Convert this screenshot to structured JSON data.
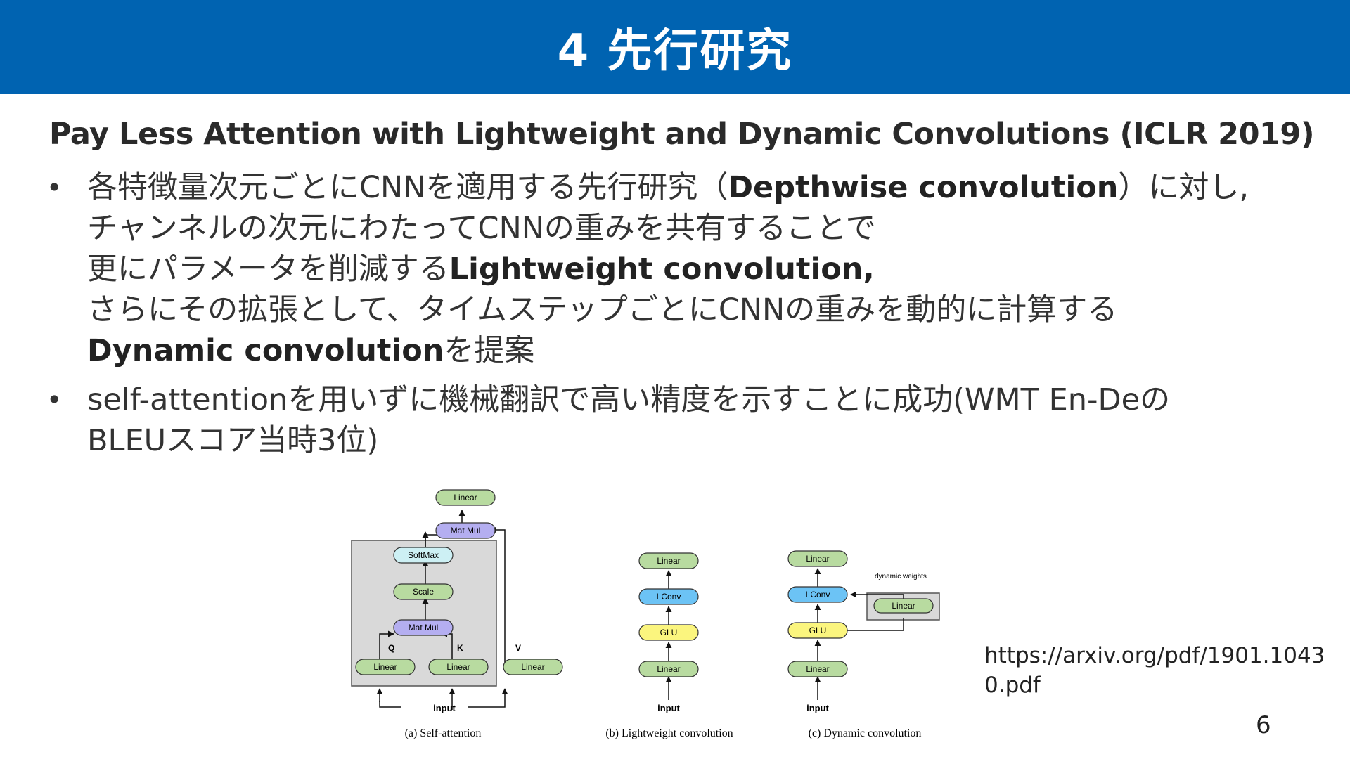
{
  "slide": {
    "title": "4 先行研究",
    "subtitle": "Pay Less Attention with Lightweight and Dynamic Convolutions (ICLR 2019)",
    "bullet1": {
      "l1a": "各特徴量次元ごとにCNNを適用する先行研究（",
      "l1b": "Depthwise convolution",
      "l1c": "）に対し,",
      "l2": "チャンネルの次元にわたってCNNの重みを共有することで",
      "l3a": "更にパラメータを削減する",
      "l3b": "Lightweight convolution,",
      "l4": "さらにその拡張として、タイムステップごとにCNNの重みを動的に計算する",
      "l5a": "Dynamic convolution",
      "l5b": "を提案"
    },
    "bullet2": {
      "l1": "self-attentionを用いずに機械翻訳で高い精度を示すことに成功(WMT En-Deの",
      "l2": "BLEUスコア当時3位)"
    },
    "bullet_symbol": "•",
    "url": "https://arxiv.org/pdf/1901.10430.pdf",
    "page_number": "6"
  },
  "figure": {
    "colors": {
      "green": "#b8dba0",
      "purple": "#b4aef0",
      "cyan": "#cdf0f4",
      "blue": "#6cc3f5",
      "yellow": "#fbf57e",
      "panel": "#d9d9d9"
    },
    "self_attention": {
      "caption": "(a) Self-attention",
      "linear_top": "Linear",
      "matmul_top": "Mat Mul",
      "softmax": "SoftMax",
      "scale": "Scale",
      "matmul_inner": "Mat Mul",
      "label_q": "Q",
      "label_k": "K",
      "label_v": "V",
      "linear_q": "Linear",
      "linear_k": "Linear",
      "linear_v": "Linear",
      "input": "input"
    },
    "lightweight": {
      "caption": "(b) Lightweight convolution",
      "linear_top": "Linear",
      "lconv": "LConv",
      "glu": "GLU",
      "linear_bottom": "Linear",
      "input": "input"
    },
    "dynamic": {
      "caption": "(c) Dynamic convolution",
      "linear_top": "Linear",
      "lconv": "LConv",
      "glu": "GLU",
      "linear_bottom": "Linear",
      "dyn_label": "dynamic weights",
      "dyn_linear": "Linear",
      "input": "input"
    }
  }
}
